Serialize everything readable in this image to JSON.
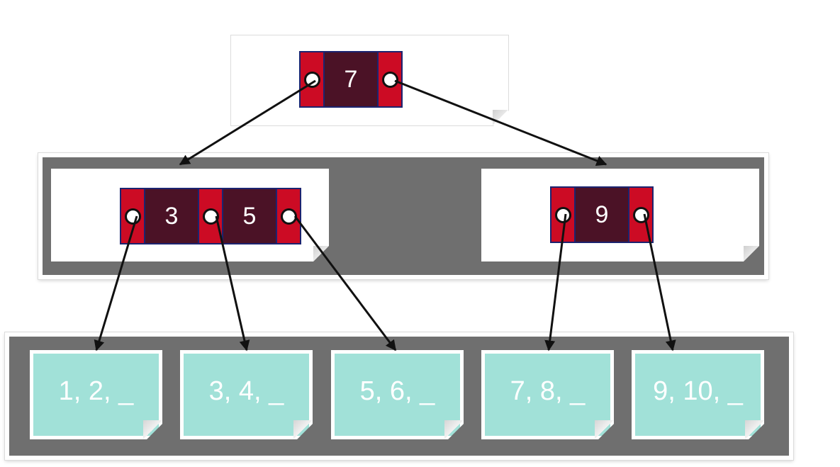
{
  "tree": {
    "root": {
      "keys": [
        "7"
      ]
    },
    "internal_nodes": [
      {
        "keys": [
          "3",
          "5"
        ]
      },
      {
        "keys": [
          "9"
        ]
      }
    ],
    "leaves": [
      {
        "label": "1, 2, _"
      },
      {
        "label": "3, 4, _"
      },
      {
        "label": "5, 6, _"
      },
      {
        "label": "7, 8, _"
      },
      {
        "label": "9, 10, _"
      }
    ]
  },
  "colors": {
    "pointer_cell": "#cc0b24",
    "key_cell": "#4b1226",
    "cell_border": "#1c2470",
    "leaf_fill": "#a1e1d8",
    "level_band": "#6f6f6f",
    "arrow": "#111111"
  }
}
